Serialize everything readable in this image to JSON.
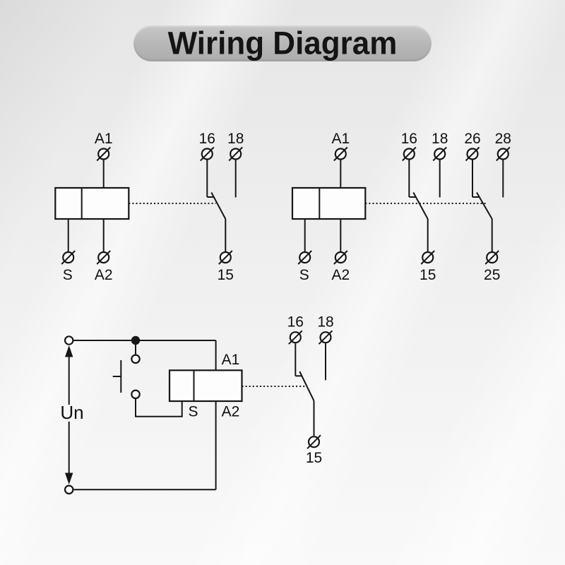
{
  "title": "Wiring Diagram",
  "colors": {
    "line": "#161616",
    "pill_background": "#b6b6b6",
    "background_base": "#efefef"
  },
  "diagram_1co": {
    "coil_top": "A1",
    "coil_bottom_left": "S",
    "coil_bottom_right": "A2",
    "contact_nc": "16",
    "contact_no": "18",
    "contact_common": "15"
  },
  "diagram_2co": {
    "coil_top": "A1",
    "coil_bottom_left": "S",
    "coil_bottom_right": "A2",
    "pole1_nc": "16",
    "pole1_no": "18",
    "pole1_common": "15",
    "pole2_nc": "26",
    "pole2_no": "28",
    "pole2_common": "25"
  },
  "diagram_app": {
    "supply_voltage": "Un",
    "coil_top": "A1",
    "coil_bottom_left": "S",
    "coil_bottom_right": "A2",
    "contact_nc": "16",
    "contact_no": "18",
    "contact_common": "15"
  }
}
